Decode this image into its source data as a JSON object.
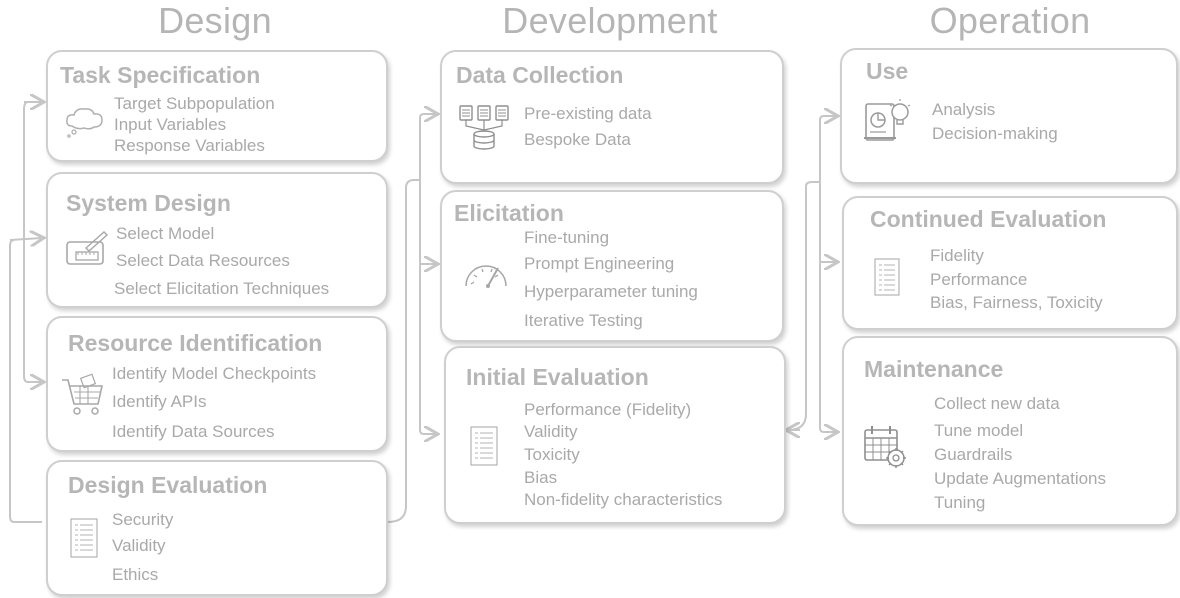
{
  "columns": {
    "design": "Design",
    "development": "Development",
    "operation": "Operation"
  },
  "boxes": {
    "task_specification": {
      "title": "Task Specification",
      "icon": "thought-cloud-icon",
      "items": [
        "Target Subpopulation",
        "Input Variables",
        "Response Variables"
      ]
    },
    "system_design": {
      "title": "System Design",
      "icon": "blueprint-design-icon",
      "items": [
        "Select Model",
        "Select Data Resources",
        "Select Elicitation Techniques"
      ]
    },
    "resource_identification": {
      "title": "Resource Identification",
      "icon": "shopping-cart-icon",
      "items": [
        "Identify Model Checkpoints",
        "Identify APIs",
        "Identify Data Sources"
      ]
    },
    "design_evaluation": {
      "title": "Design Evaluation",
      "icon": "checklist-icon",
      "items": [
        "Security",
        "Validity",
        "Ethics"
      ]
    },
    "data_collection": {
      "title": "Data Collection",
      "icon": "database-servers-icon",
      "items": [
        "Pre-existing data",
        "Bespoke Data"
      ]
    },
    "elicitation": {
      "title": "Elicitation",
      "icon": "gauge-icon",
      "items": [
        "Fine-tuning",
        "Prompt Engineering",
        "Hyperparameter tuning",
        "Iterative Testing"
      ]
    },
    "initial_evaluation": {
      "title": "Initial Evaluation",
      "icon": "checklist-icon",
      "items": [
        "Performance (Fidelity)",
        "Validity",
        "Toxicity",
        "Bias",
        "Non-fidelity characteristics"
      ]
    },
    "use": {
      "title": "Use",
      "icon": "report-lightbulb-icon",
      "items": [
        "Analysis",
        "Decision-making"
      ]
    },
    "continued_evaluation": {
      "title": "Continued Evaluation",
      "icon": "checklist-icon",
      "items": [
        "Fidelity",
        "Performance",
        "Bias, Fairness, Toxicity"
      ]
    },
    "maintenance": {
      "title": "Maintenance",
      "icon": "calendar-gear-icon",
      "items": [
        "Collect new data",
        "Tune model",
        "Guardrails",
        "Update Augmentations",
        "Tuning"
      ]
    }
  }
}
